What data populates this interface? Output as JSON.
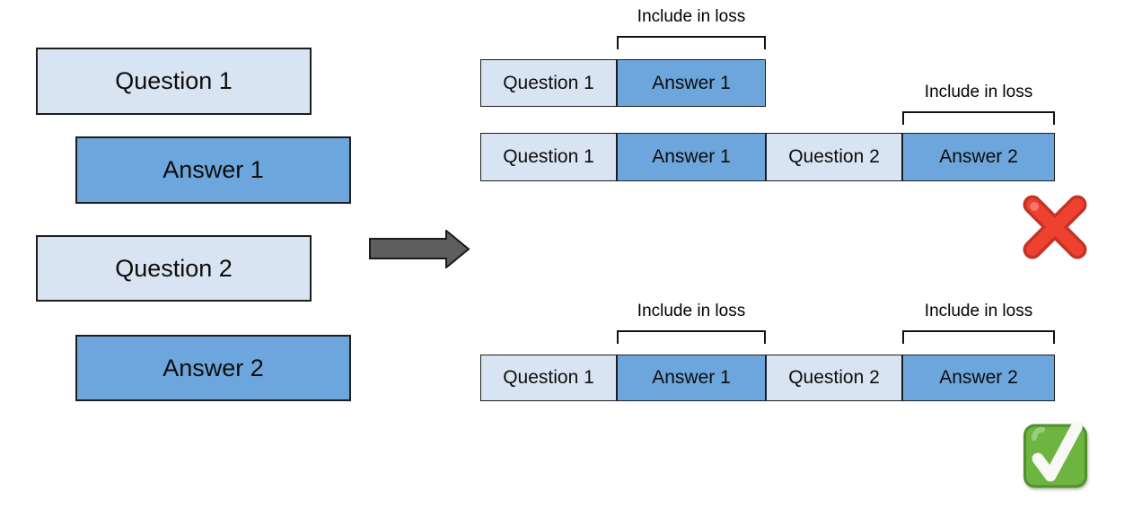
{
  "colors": {
    "question_fill": "#d9e4f2",
    "answer_fill": "#6ca6dc",
    "box_border": "#1d1d1d",
    "arrow_fill": "#5e5e5e",
    "cross_red": "#ee4130",
    "check_green": "#6db440"
  },
  "left_panel": {
    "blocks": [
      {
        "label": "Question 1",
        "type": "question"
      },
      {
        "label": "Answer 1",
        "type": "answer"
      },
      {
        "label": "Question 2",
        "type": "question"
      },
      {
        "label": "Answer 2",
        "type": "answer"
      }
    ]
  },
  "arrow_icon": "right-arrow",
  "loss_annotation": "Include in loss",
  "example_rejected": {
    "verdict": "rejected",
    "verdict_icon": "cross-mark",
    "pair_row": {
      "segments": [
        {
          "label": "Question 1",
          "type": "question"
        },
        {
          "label": "Answer 1",
          "type": "answer"
        }
      ]
    },
    "packed_row": {
      "segments": [
        {
          "label": "Question 1",
          "type": "question"
        },
        {
          "label": "Answer 1",
          "type": "answer"
        },
        {
          "label": "Question 2",
          "type": "question"
        },
        {
          "label": "Answer 2",
          "type": "answer"
        }
      ]
    }
  },
  "example_accepted": {
    "verdict": "accepted",
    "verdict_icon": "check-mark",
    "packed_row": {
      "segments": [
        {
          "label": "Question 1",
          "type": "question"
        },
        {
          "label": "Answer 1",
          "type": "answer"
        },
        {
          "label": "Question 2",
          "type": "question"
        },
        {
          "label": "Answer 2",
          "type": "answer"
        }
      ]
    }
  }
}
